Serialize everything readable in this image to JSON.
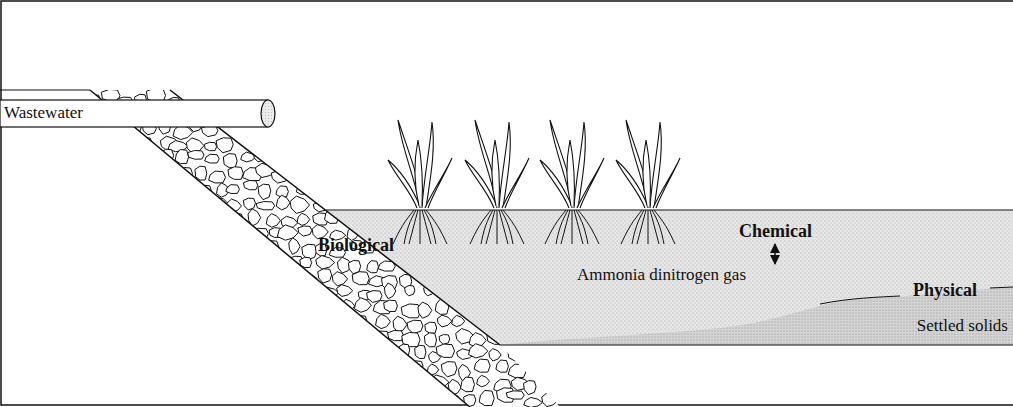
{
  "diagram": {
    "nodes": [
      {
        "text": [
          "Wastewater"
        ]
      }
    ],
    "labels": [
      "Chemical",
      "Biological",
      "Ammonia dinitrogen gas",
      "Physical",
      "Settled solids"
    ]
  }
}
